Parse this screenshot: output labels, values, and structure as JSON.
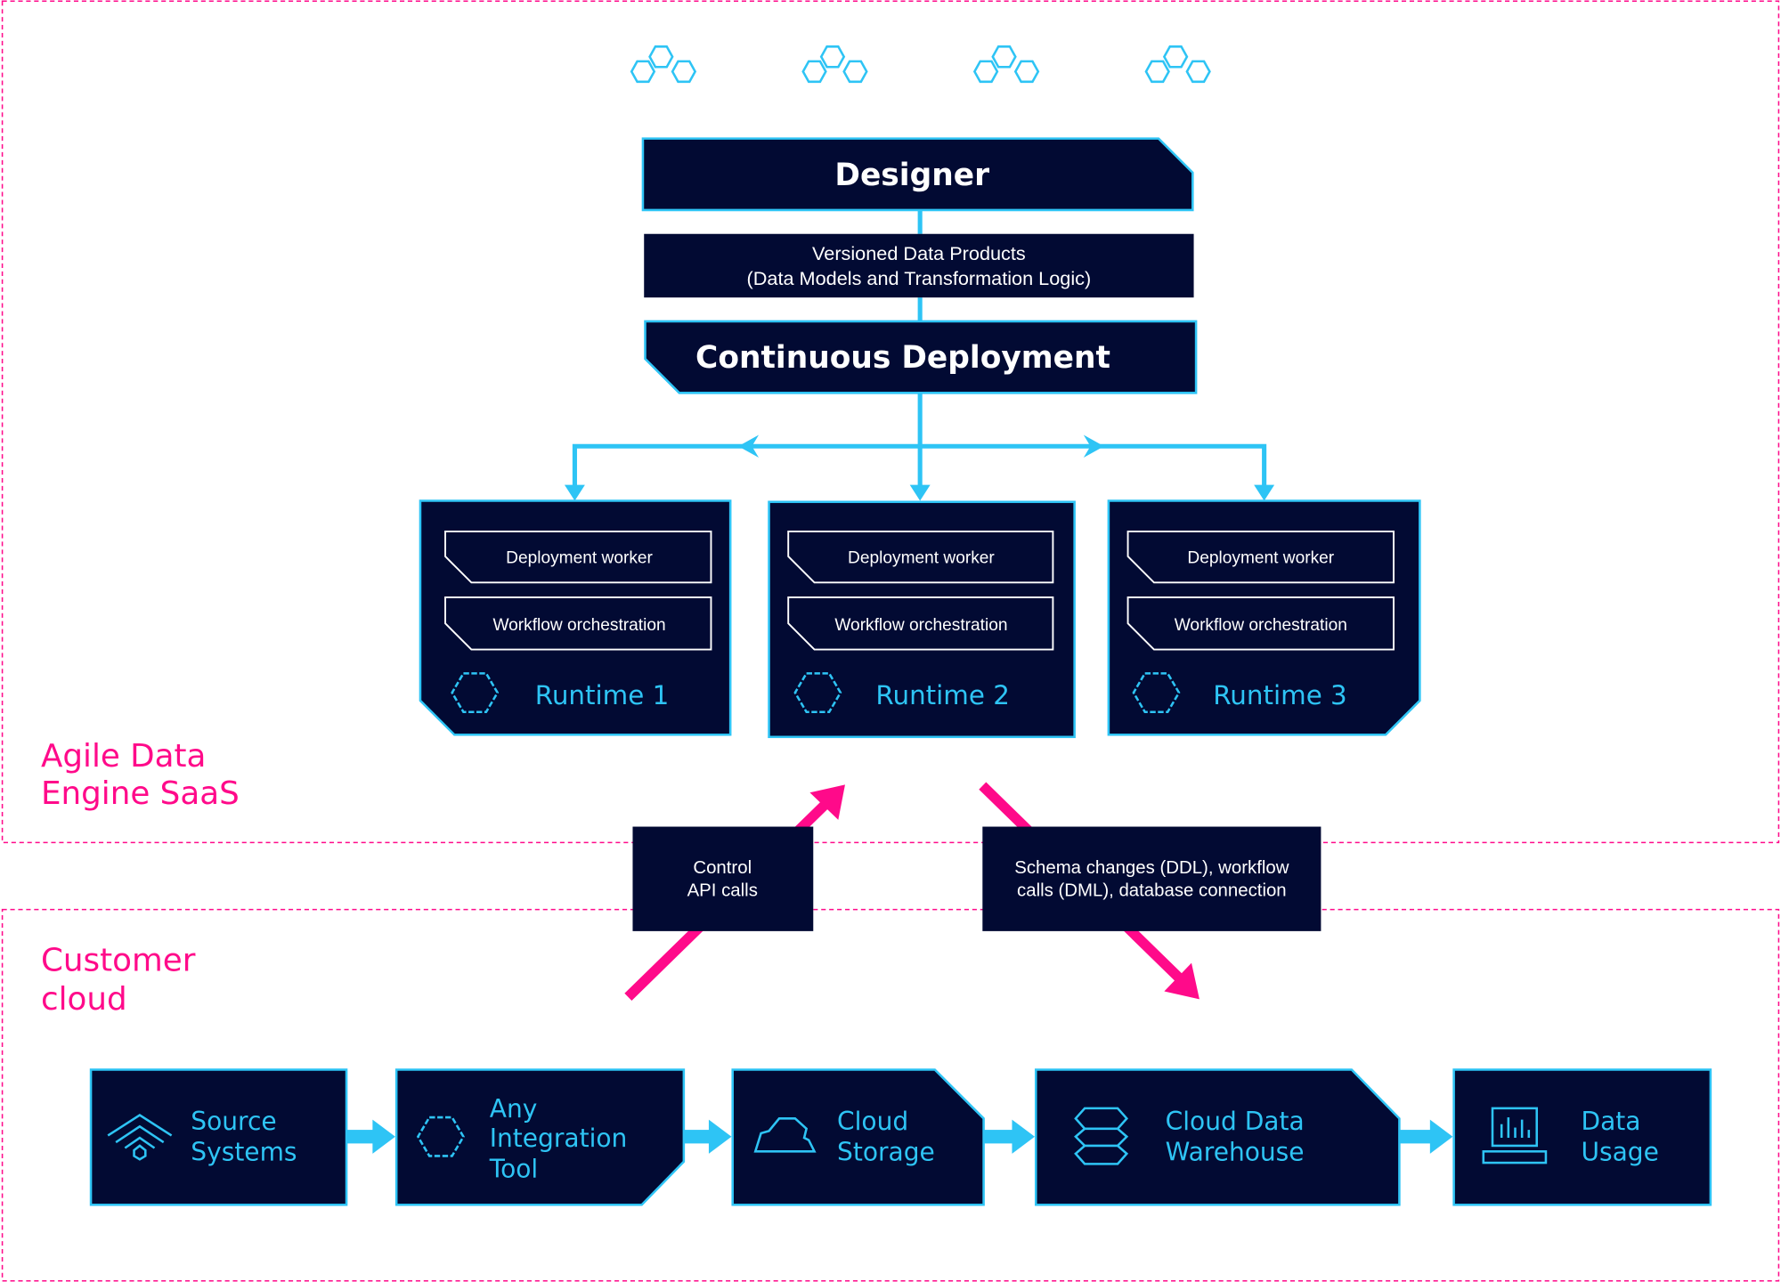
{
  "colors": {
    "navy": "#020a33",
    "cyan": "#2ec4f5",
    "pink": "#ff0a8a",
    "white": "#ffffff"
  },
  "zones": {
    "saas": {
      "line1": "Agile Data",
      "line2": "Engine SaaS"
    },
    "customer": {
      "line1": "Customer",
      "line2": "cloud"
    }
  },
  "designer": {
    "label": "Designer"
  },
  "versioned": {
    "line1": "Versioned Data Products",
    "line2": "(Data Models and Transformation Logic)"
  },
  "deployment": {
    "label": "Continuous Deployment"
  },
  "runtimes": [
    {
      "worker": "Deployment worker",
      "orchestration": "Workflow orchestration",
      "label": "Runtime 1"
    },
    {
      "worker": "Deployment worker",
      "orchestration": "Workflow orchestration",
      "label": "Runtime 2"
    },
    {
      "worker": "Deployment worker",
      "orchestration": "Workflow orchestration",
      "label": "Runtime 3"
    }
  ],
  "flows": {
    "control": {
      "line1": "Control",
      "line2": "API calls"
    },
    "schema": {
      "line1": "Schema changes (DDL), workflow",
      "line2": "calls (DML), database connection"
    }
  },
  "pipeline": [
    {
      "line1": "Source",
      "line2": "Systems",
      "icon": "wifi-layers-icon"
    },
    {
      "line1": "Any",
      "line2": "Integration",
      "line3": "Tool",
      "icon": "gear-icon"
    },
    {
      "line1": "Cloud",
      "line2": "Storage",
      "icon": "cloud-icon"
    },
    {
      "line1": "Cloud Data",
      "line2": "Warehouse",
      "icon": "stack-icon"
    },
    {
      "line1": "Data",
      "line2": "Usage",
      "icon": "monitor-chart-icon"
    }
  ]
}
